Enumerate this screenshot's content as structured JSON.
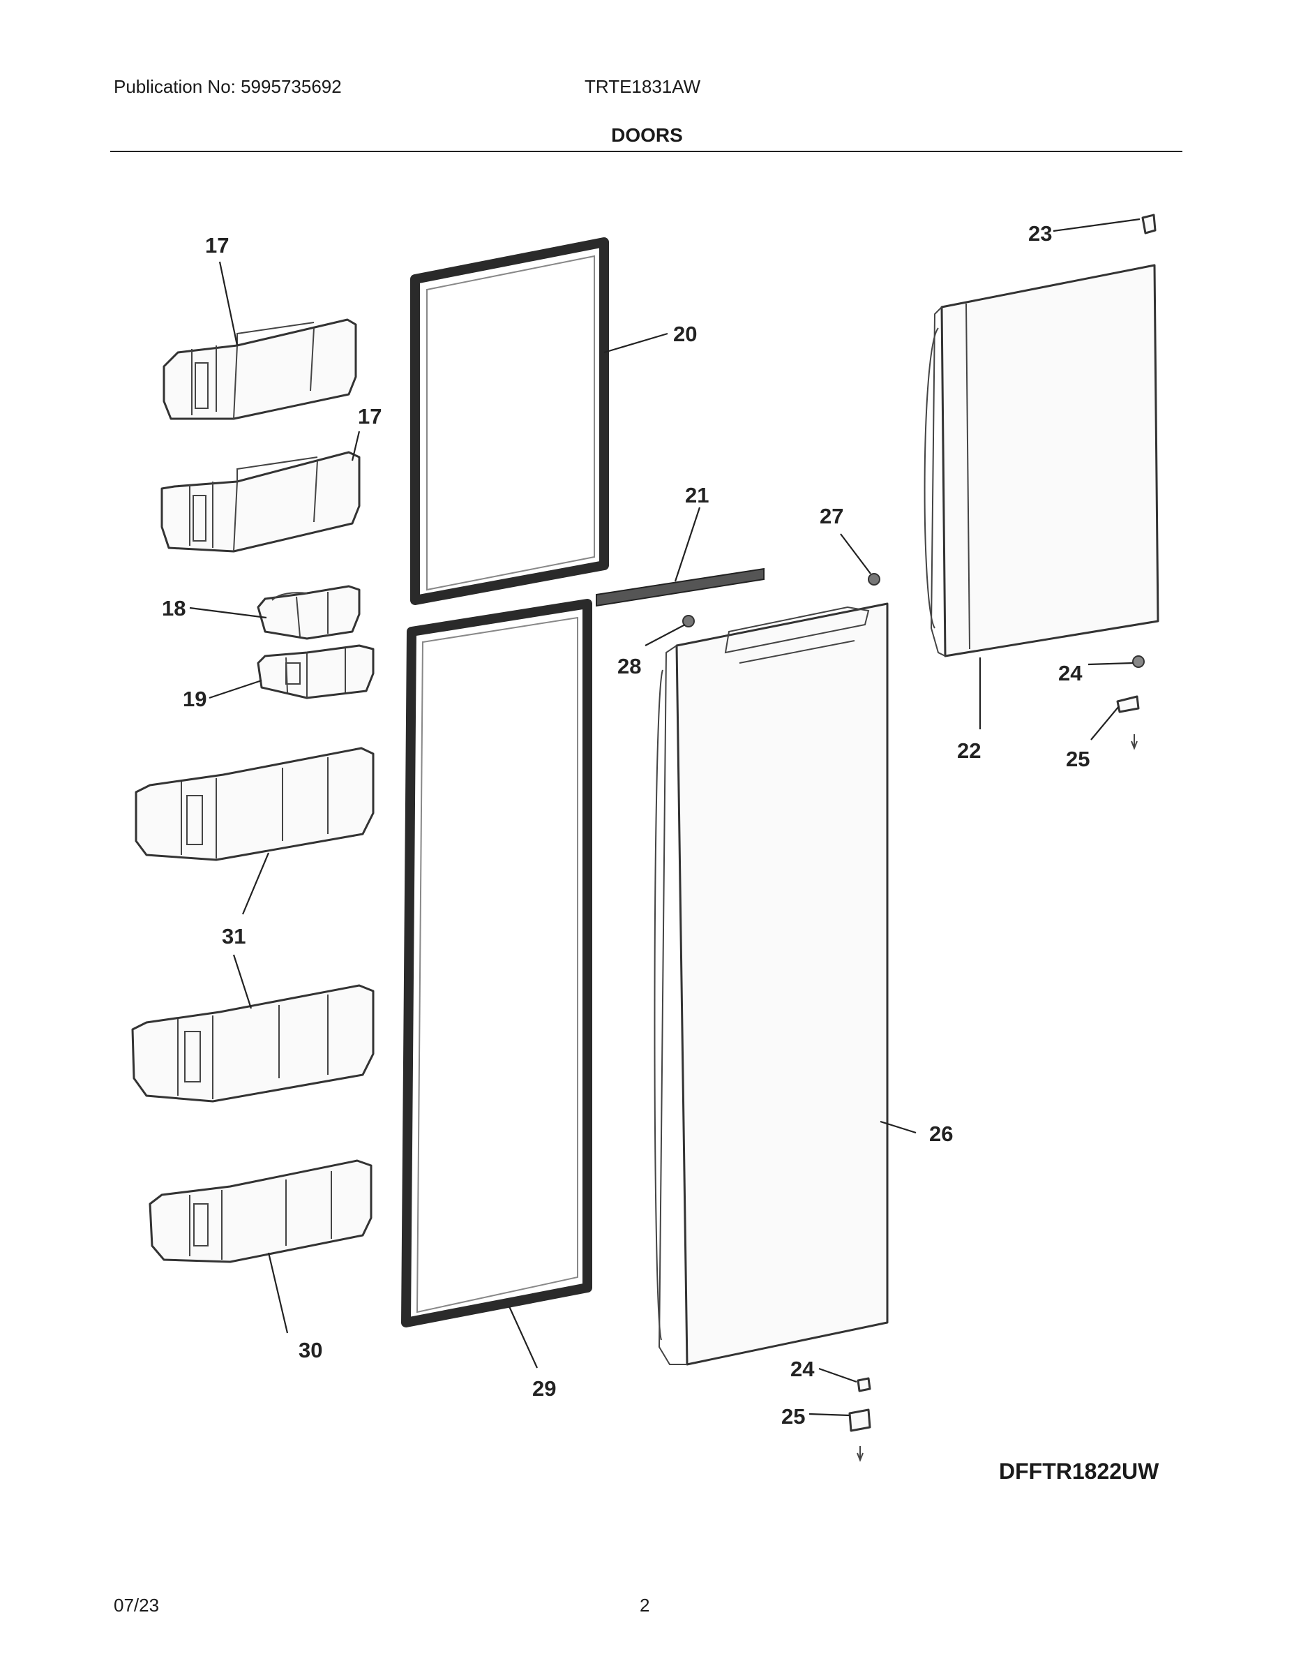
{
  "header": {
    "publication": "Publication No: 5995735692",
    "model": "TRTE1831AW",
    "section_title": "DOORS"
  },
  "callouts": [
    "17",
    "17",
    "18",
    "19",
    "20",
    "21",
    "22",
    "23",
    "24",
    "24",
    "25",
    "25",
    "26",
    "27",
    "28",
    "29",
    "30",
    "31"
  ],
  "diagram_code": "DFFTR1822UW",
  "footer": {
    "date": "07/23",
    "page_number": "2"
  }
}
